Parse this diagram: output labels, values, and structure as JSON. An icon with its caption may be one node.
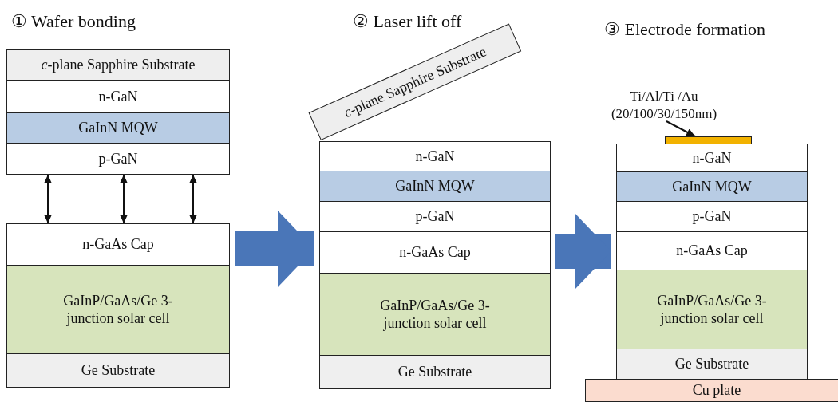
{
  "diagram": {
    "nodes": [
      {
        "text": [
          "*c*-plane Sapphire Substrate"
        ]
      },
      {
        "text": [
          "n-GaN"
        ]
      },
      {
        "text": [
          "GaInN MQW"
        ]
      },
      {
        "text": [
          "p-GaN"
        ]
      },
      {
        "text": [
          "n-GaAs Cap"
        ]
      },
      {
        "text": [
          "GaInP/GaAs/Ge 3-junction solar cell"
        ]
      },
      {
        "text": [
          "Ge Substrate"
        ]
      },
      {
        "text": [
          "*c*-plane Sapphire Substrate"
        ]
      },
      {
        "text": [
          "n-GaN"
        ]
      },
      {
        "text": [
          "GaInN MQW"
        ]
      },
      {
        "text": [
          "p-GaN"
        ]
      },
      {
        "text": [
          "n-GaAs Cap"
        ]
      },
      {
        "text": [
          "GaInP/GaAs/Ge 3-junction solar cell"
        ]
      },
      {
        "text": [
          "Ge Substrate"
        ]
      },
      {
        "text": [
          "Ti/Al/Ti /Au (20/100/30/150nm)"
        ]
      },
      {
        "text": [],
        "shape": "bar"
      },
      {
        "text": [
          "n-GaN"
        ]
      },
      {
        "text": [
          "GaInN MQW"
        ]
      },
      {
        "text": [
          "p-GaN"
        ]
      },
      {
        "text": [
          "n-GaAs Cap"
        ]
      },
      {
        "text": [
          "GaInP/GaAs/Ge 3-junction solar cell"
        ]
      },
      {
        "text": [
          "Ge Substrate"
        ]
      },
      {
        "text": [
          "Cu plate"
        ]
      }
    ],
    "edges": [
      {
        "from": 3,
        "to": 4,
        "arrow": "both"
      },
      {
        "from": 3,
        "to": 4,
        "arrow": "both"
      },
      {
        "from": 3,
        "to": 4,
        "arrow": "both"
      },
      {
        "from": 4,
        "to": 11,
        "arrow": "to",
        "style": "thick",
        "color": "#4a76b8"
      },
      {
        "from": 11,
        "to": 19,
        "arrow": "to",
        "style": "thick",
        "color": "#4a76b8"
      },
      {
        "from": 14,
        "to": 15,
        "arrow": "to"
      }
    ],
    "labels": [
      "① Wafer bonding",
      "② Laser lift off",
      "③ Electrode formation"
    ]
  }
}
